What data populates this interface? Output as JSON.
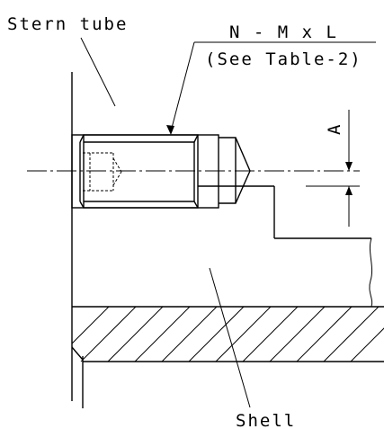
{
  "labels": {
    "stern_tube": "Stern tube",
    "designation": "N - M x L",
    "table_ref": "(See Table-2)",
    "dimension": "A",
    "shell": "Shell"
  },
  "colors": {
    "line": "#000000",
    "background": "#ffffff"
  }
}
